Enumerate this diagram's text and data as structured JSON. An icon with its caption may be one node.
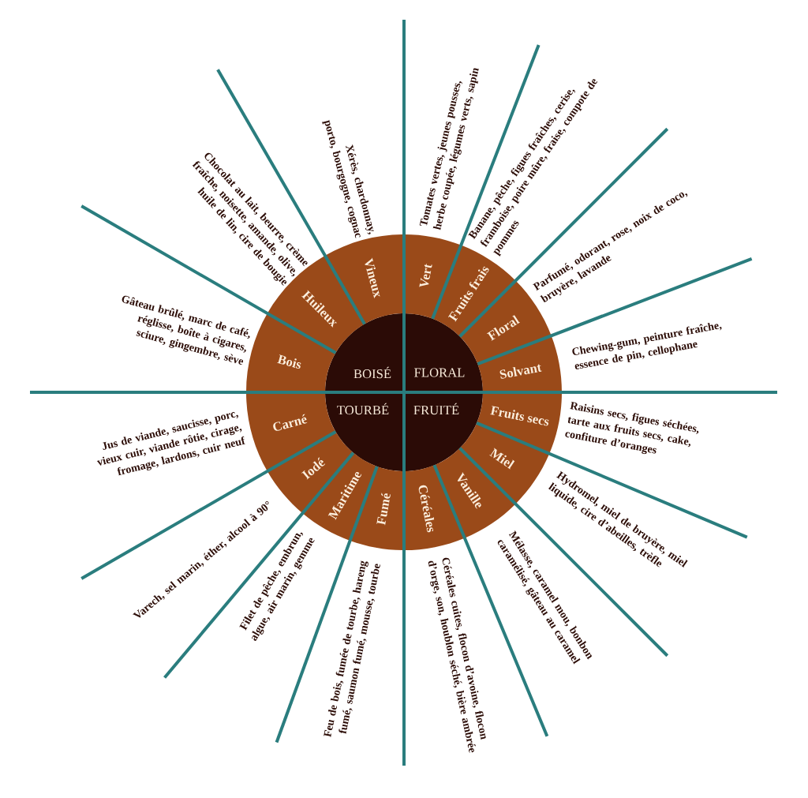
{
  "diagram": {
    "nodes": [
      {
        "text": [
          "BOISÉ"
        ]
      },
      {
        "text": [
          "FLORAL"
        ]
      },
      {
        "text": [
          "TOURBÉ"
        ]
      },
      {
        "text": [
          "FRUITÉ"
        ]
      },
      {
        "text": [
          "Bois"
        ],
        "beside": [
          "Gâteau brûlé, marc de café, réglisse, boîte à cigares, sciure, gingembre, sève"
        ]
      },
      {
        "text": [
          "Huileux"
        ],
        "beside": [
          "Chocolat au lait, beurre, crème fraîche, noisette, amande, olive, huile de lin, cire de bougie"
        ]
      },
      {
        "text": [
          "Vineux"
        ],
        "beside": [
          "Xérès, chardonnay, porto, bourgogne, cognac"
        ]
      },
      {
        "text": [
          "Vert"
        ],
        "beside": [
          "Tomates vertes, jeunes pousses, herbe coupée, légumes verts, sapin"
        ]
      },
      {
        "text": [
          "Fruits frais"
        ],
        "beside": [
          "Banane, pêche, figues fraîches, cerise, framboise, poire mûre, fraise, compote de pommes"
        ]
      },
      {
        "text": [
          "Floral"
        ],
        "beside": [
          "Parfumé, odorant, rose, noix de coco, bruyère, lavande"
        ]
      },
      {
        "text": [
          "Solvant"
        ],
        "beside": [
          "Chewing-gum, peinture fraîche, essence de pin, cellophane"
        ]
      },
      {
        "text": [
          "Fruits secs"
        ],
        "beside": [
          "Raisins secs, figues séchées, tarte aux fruits secs, cake, confiture d’oranges"
        ]
      },
      {
        "text": [
          "Miel"
        ],
        "beside": [
          "Hydromel, miel de bruyère, miel liquide, cire d’abeilles, trèfle"
        ]
      },
      {
        "text": [
          "Vanille"
        ],
        "beside": [
          "Mélasse, caramel mou, bonbon caramélisé, gâteau au caramel"
        ]
      },
      {
        "text": [
          "Céréales"
        ],
        "beside": [
          "Céréales cuites, flocon d’avoine, flocon d’orge, son, houblon séché, bière ambrée"
        ]
      },
      {
        "text": [
          "Fumé"
        ],
        "beside": [
          "Feu de bois, fumée de tourbe, hareng fumé, saumon fumé, mousse, tourbe"
        ]
      },
      {
        "text": [
          "Maritime"
        ],
        "beside": [
          "Filet de pêche, embrun, algue, air marin, gemme"
        ]
      },
      {
        "text": [
          "Iodé"
        ],
        "beside": [
          "Varech, sel marin, éther, alcool à 90°"
        ]
      },
      {
        "text": [
          "Carné"
        ],
        "beside": [
          "Jus de viande, saucisse, porc, vieux cuir, viande rôtie, cirage, fromage, lardons, cuir neuf"
        ]
      }
    ]
  }
}
